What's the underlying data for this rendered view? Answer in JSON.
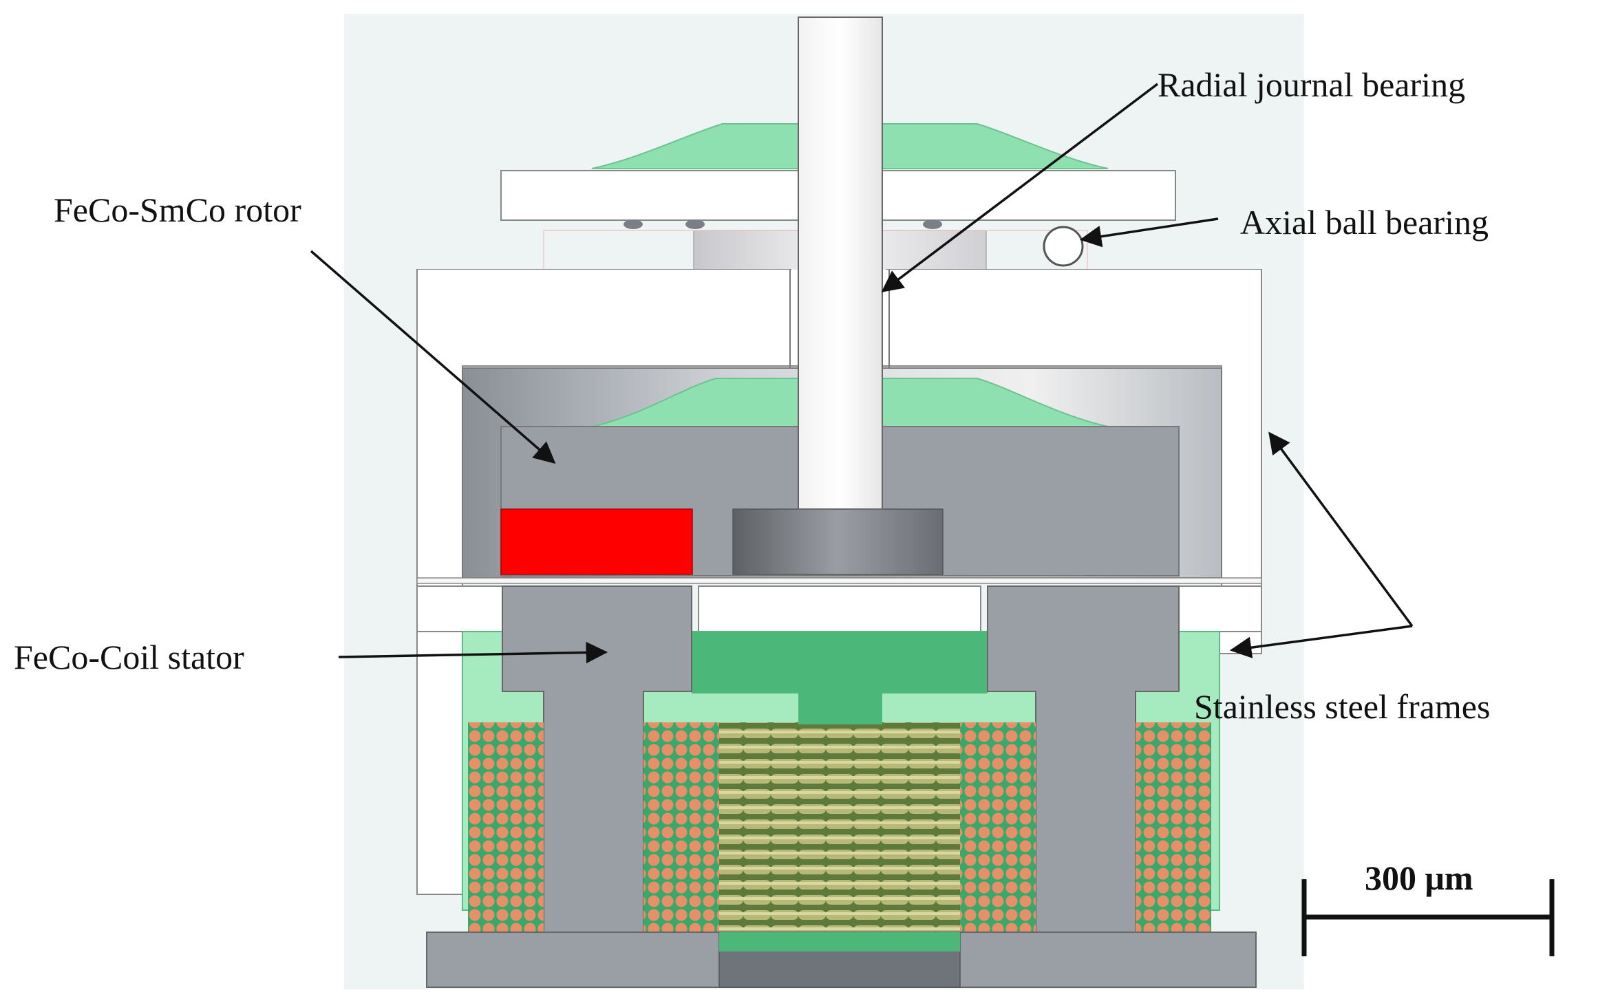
{
  "labels": {
    "rotor": "FeCo-SmCo rotor",
    "radial": "Radial journal bearing",
    "axial": "Axial ball bearing",
    "stator": "FeCo-Coil stator",
    "frames": "Stainless steel frames",
    "scale": "300 μm"
  },
  "colors": {
    "background_panel": "#eef3f4",
    "frame_white": "#ffffff",
    "metal_grey": "#9a9fa6",
    "metal_dark": "#6f747a",
    "magnet_red": "#ff0000",
    "encapsulant_green": "#7fd9a3",
    "coil_copper": "#e08a5c",
    "coil_winding": "#a8a868",
    "arrow_black": "#111111"
  }
}
